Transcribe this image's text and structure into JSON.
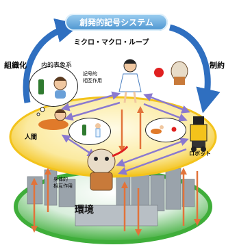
{
  "title": "創発的記号システム",
  "subtitle": "ミクロ・マクロ・ループ",
  "left_arrow_label": "組織化",
  "right_arrow_label": "制約",
  "internal_representation": "内的表象系",
  "symbolic_interaction": "記号的\n相互作用",
  "physical_interaction": "身体的\n相互作用",
  "human_label": "人間",
  "robot_label": "ロボット",
  "environment_label": "環境",
  "colors": {
    "ring_yellow": "#f3c31b",
    "ground_green": "#3fae3a",
    "macro_arrow_blue": "#2f6fc0",
    "interaction_arrow_purple": "#8a79d0",
    "physical_arrow_orange": "#e2733a"
  }
}
